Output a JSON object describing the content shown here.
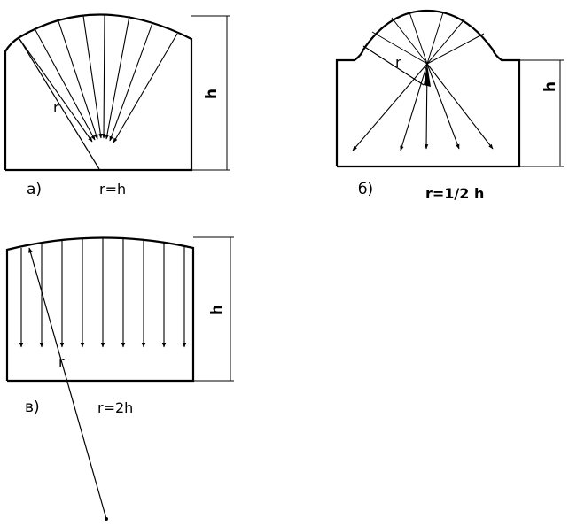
{
  "panels": {
    "a": {
      "tag": "а)",
      "formula": "r=h",
      "height_label": "h",
      "radius_label": "r"
    },
    "b": {
      "tag": "б)",
      "formula": "r=1/2 h",
      "height_label": "h",
      "radius_label": "r"
    },
    "v": {
      "tag": "в)",
      "formula": "r=2h",
      "height_label": "h",
      "radius_label": "r"
    }
  }
}
